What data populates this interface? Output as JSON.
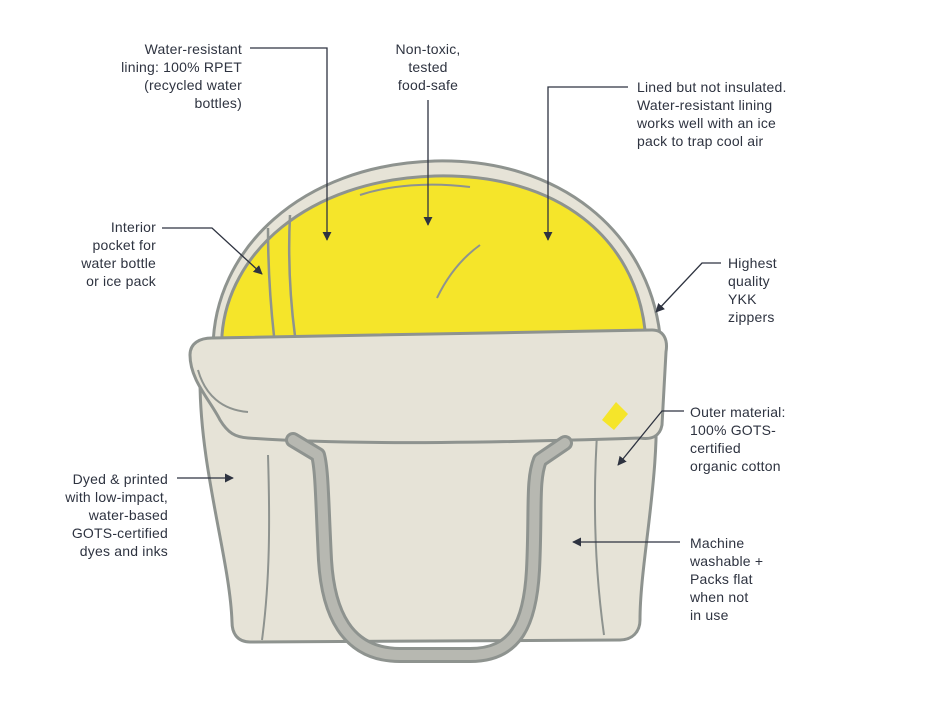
{
  "colors": {
    "yellow": "#f5e52a",
    "canvas": "#e6e3d7",
    "outline": "#8e938f",
    "strap": "#b7b8b1",
    "text": "#2e3340",
    "leader": "#2e3340"
  },
  "icons": {
    "tag": "yellow-label-tag",
    "arrow": "arrowhead"
  },
  "callouts": {
    "lining": {
      "line1": "Water-resistant",
      "line2": "lining: 100% RPET",
      "line3": "(recycled water",
      "line4": "bottles)"
    },
    "foodsafe": {
      "line1": "Non-toxic,",
      "line2": "tested",
      "line3": "food-safe"
    },
    "insulation": {
      "line1": "Lined but not insulated.",
      "line2": "Water-resistant lining",
      "line3": "works well with an ice",
      "line4": "pack to trap cool air"
    },
    "pocket": {
      "line1": "Interior",
      "line2": "pocket for",
      "line3": "water bottle",
      "line4": "or ice pack"
    },
    "zippers": {
      "line1": "Highest",
      "line2": "quality",
      "line3": "YKK",
      "line4": "zippers"
    },
    "outer": {
      "line1": "Outer material:",
      "line2": "100% GOTS-",
      "line3": "certified",
      "line4": "organic cotton"
    },
    "dyes": {
      "line1": "Dyed & printed",
      "line2": "with low-impact,",
      "line3": "water-based",
      "line4": "GOTS-certified",
      "line5": "dyes and inks"
    },
    "washable": {
      "line1": "Machine",
      "line2": "washable +",
      "line3": "Packs flat",
      "line4": "when not",
      "line5": "in use"
    }
  }
}
